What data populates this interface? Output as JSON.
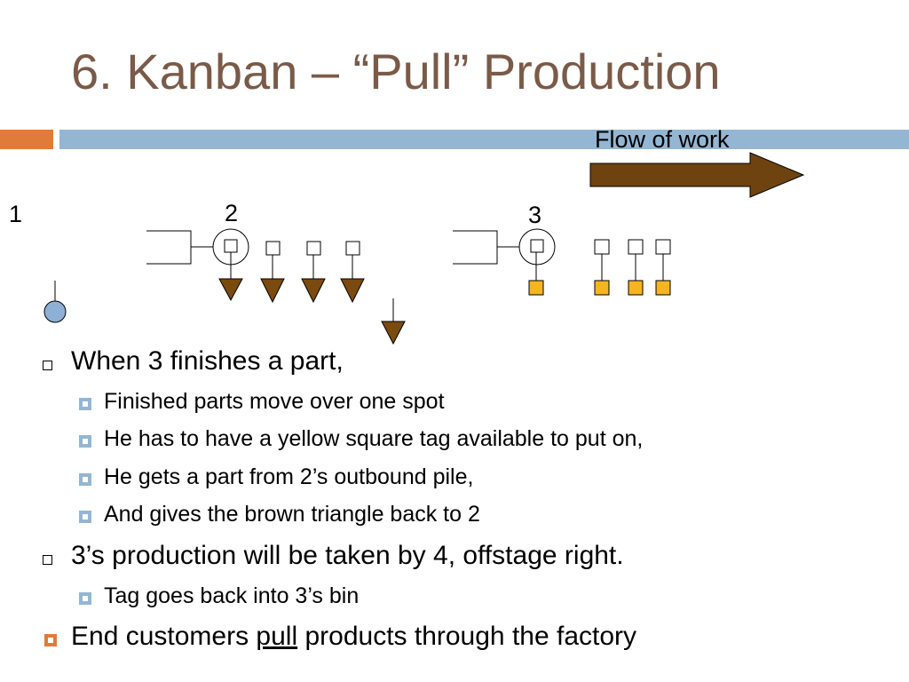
{
  "title": "6. Kanban – “Pull” Production",
  "flow_label": "Flow of work",
  "station_labels": [
    "1",
    "2",
    "3"
  ],
  "colors": {
    "title": "#7a5a48",
    "accent_orange": "#e07b39",
    "accent_blue": "#94b6d2",
    "triangle_brown": "#7a4a0e",
    "tag_yellow": "#f5b520",
    "station1_blue": "#8fb0d6"
  },
  "bullets": [
    {
      "text": "When 3 finishes a part,",
      "sub": [
        "Finished parts move over one spot",
        "He has to have a yellow square tag available to put on,",
        "He gets a part from 2’s outbound pile,",
        "And gives the brown triangle back to 2"
      ]
    },
    {
      "text": "3’s production will be taken by 4, offstage right.",
      "sub": [
        "Tag goes back into 3’s bin"
      ]
    }
  ],
  "last_bullet": {
    "before": "End customers ",
    "underlined": "pull",
    "after": " products through the factory"
  }
}
